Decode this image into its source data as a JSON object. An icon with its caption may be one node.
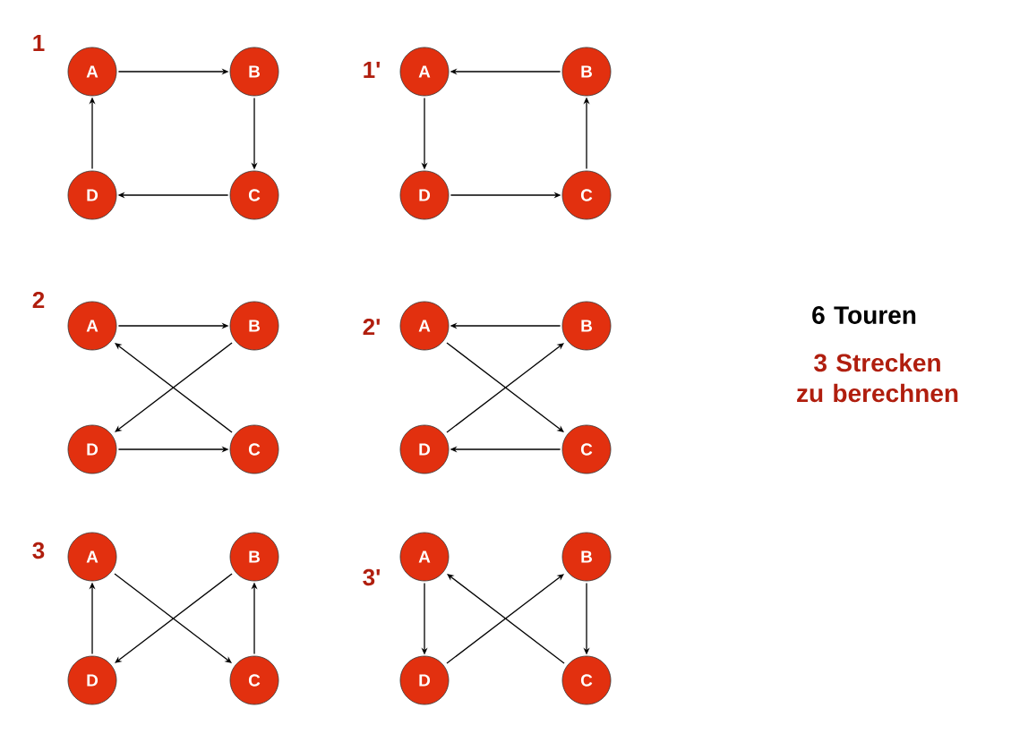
{
  "diagram": {
    "nodes": [
      {
        "text": [
          "A"
        ]
      },
      {
        "text": [
          "B"
        ]
      },
      {
        "text": [
          "C"
        ]
      },
      {
        "text": [
          "D"
        ]
      },
      {
        "text": [
          "A"
        ]
      },
      {
        "text": [
          "B"
        ]
      },
      {
        "text": [
          "C"
        ]
      },
      {
        "text": [
          "D"
        ]
      },
      {
        "text": [
          "A"
        ]
      },
      {
        "text": [
          "B"
        ]
      },
      {
        "text": [
          "C"
        ]
      },
      {
        "text": [
          "D"
        ]
      },
      {
        "text": [
          "A"
        ]
      },
      {
        "text": [
          "B"
        ]
      },
      {
        "text": [
          "C"
        ]
      },
      {
        "text": [
          "D"
        ]
      },
      {
        "text": [
          "A"
        ]
      },
      {
        "text": [
          "B"
        ]
      },
      {
        "text": [
          "C"
        ]
      },
      {
        "text": [
          "D"
        ]
      },
      {
        "text": [
          "A"
        ]
      },
      {
        "text": [
          "B"
        ]
      },
      {
        "text": [
          "C"
        ]
      },
      {
        "text": [
          "D"
        ]
      }
    ],
    "edges": [
      {
        "from": 0,
        "to": 1,
        "arrow": "to"
      },
      {
        "from": 1,
        "to": 2,
        "arrow": "to"
      },
      {
        "from": 2,
        "to": 3,
        "arrow": "to"
      },
      {
        "from": 3,
        "to": 0,
        "arrow": "to"
      },
      {
        "from": 5,
        "to": 4,
        "arrow": "to"
      },
      {
        "from": 4,
        "to": 7,
        "arrow": "to"
      },
      {
        "from": 7,
        "to": 6,
        "arrow": "to"
      },
      {
        "from": 6,
        "to": 5,
        "arrow": "to"
      },
      {
        "from": 8,
        "to": 9,
        "arrow": "to"
      },
      {
        "from": 9,
        "to": 11,
        "arrow": "to"
      },
      {
        "from": 11,
        "to": 10,
        "arrow": "to"
      },
      {
        "from": 10,
        "to": 8,
        "arrow": "to"
      },
      {
        "from": 13,
        "to": 12,
        "arrow": "to"
      },
      {
        "from": 12,
        "to": 14,
        "arrow": "to"
      },
      {
        "from": 14,
        "to": 15,
        "arrow": "to"
      },
      {
        "from": 15,
        "to": 13,
        "arrow": "to"
      },
      {
        "from": 16,
        "to": 18,
        "arrow": "to"
      },
      {
        "from": 18,
        "to": 17,
        "arrow": "to"
      },
      {
        "from": 17,
        "to": 19,
        "arrow": "to"
      },
      {
        "from": 19,
        "to": 16,
        "arrow": "to"
      },
      {
        "from": 20,
        "to": 23,
        "arrow": "to"
      },
      {
        "from": 23,
        "to": 21,
        "arrow": "to"
      },
      {
        "from": 21,
        "to": 22,
        "arrow": "to"
      },
      {
        "from": 22,
        "to": 20,
        "arrow": "to"
      }
    ],
    "labels": [
      "1",
      "1'",
      "2",
      "2'",
      "6 Touren",
      "3 Strecken zu berechnen",
      "3",
      "3'"
    ]
  }
}
